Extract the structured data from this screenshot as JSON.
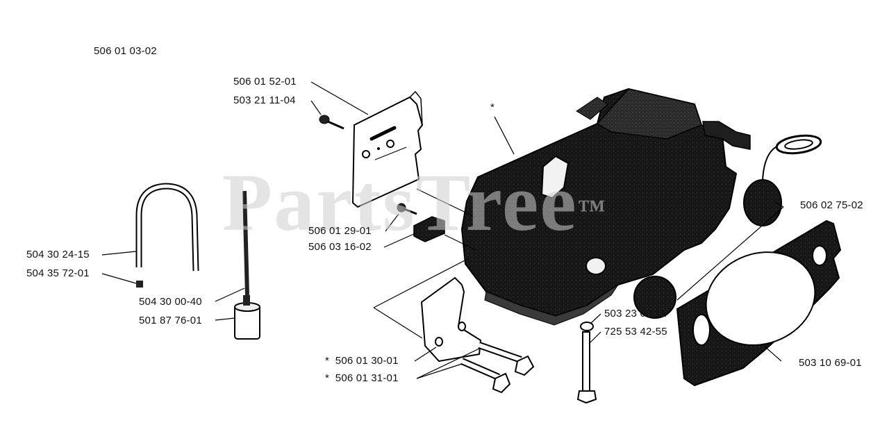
{
  "diagram": {
    "assembly_number": "506 01 03-02",
    "watermark": {
      "text": "PartsTree",
      "mark": "™"
    },
    "parts": [
      {
        "id": "p1",
        "number": "506 01 52-01",
        "star": ""
      },
      {
        "id": "p2",
        "number": "503 21 11-04",
        "star": ""
      },
      {
        "id": "p3",
        "number": "506 01 29-01",
        "star": ""
      },
      {
        "id": "p4",
        "number": "506 03 16-02",
        "star": ""
      },
      {
        "id": "p5",
        "number": "504 30 24-15",
        "star": ""
      },
      {
        "id": "p6",
        "number": "504 35 72-01",
        "star": ""
      },
      {
        "id": "p7",
        "number": "504 30 00-40",
        "star": ""
      },
      {
        "id": "p8",
        "number": "501 87 76-01",
        "star": ""
      },
      {
        "id": "p9",
        "number": "506 02 75-02",
        "star": ""
      },
      {
        "id": "p10",
        "number": "503 23 00-11",
        "star": ""
      },
      {
        "id": "p11",
        "number": "725 53 42-55",
        "star": ""
      },
      {
        "id": "p12",
        "number": "503 10 69-01",
        "star": ""
      },
      {
        "id": "p13",
        "number": "506 01 30-01",
        "star": "*"
      },
      {
        "id": "p14",
        "number": "506 01 31-01",
        "star": "*"
      }
    ],
    "tank_marker": "*"
  }
}
